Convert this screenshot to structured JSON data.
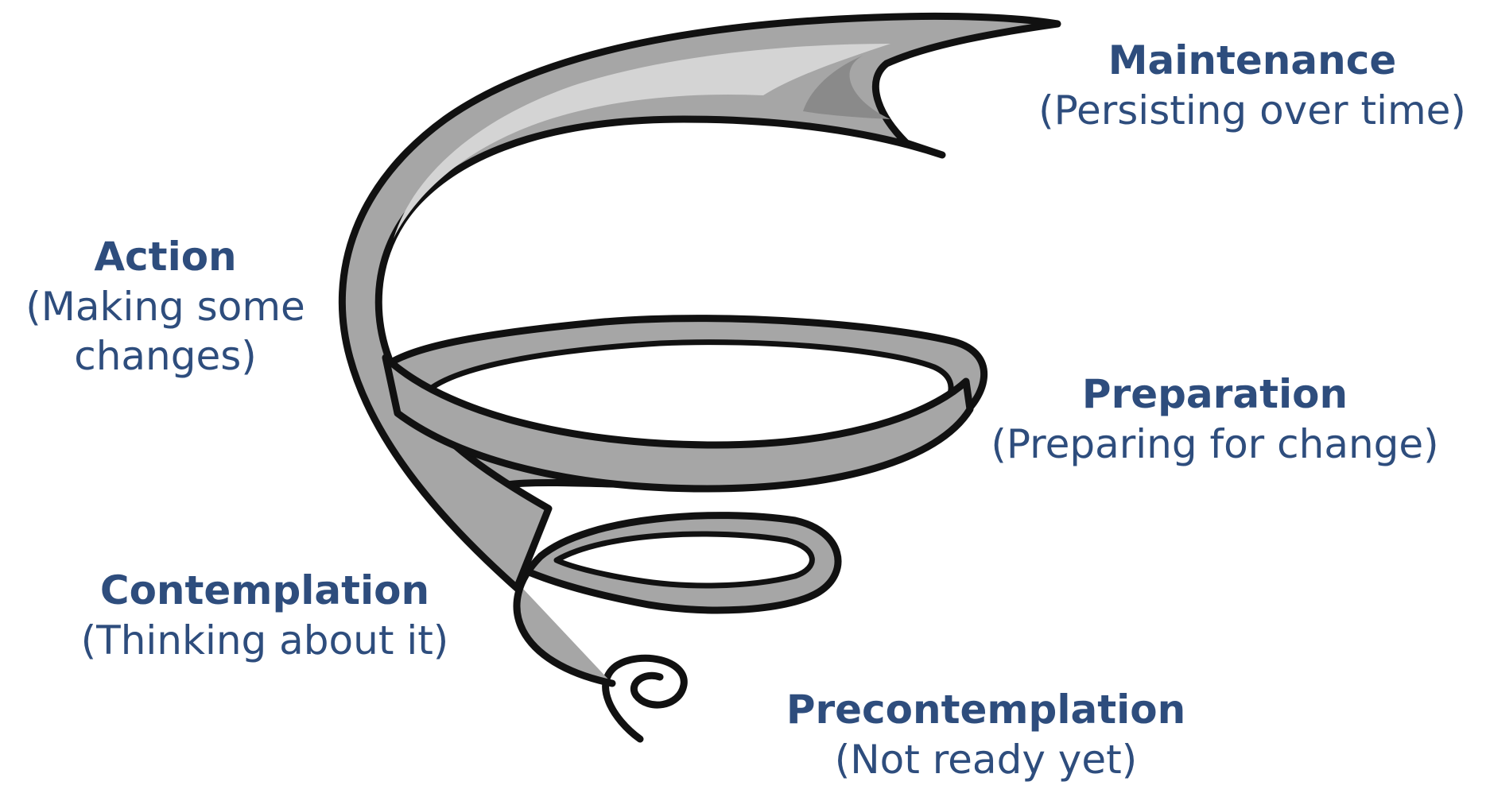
{
  "colors": {
    "label_text": "#2e4d7d",
    "ribbon_outline": "#111111",
    "ribbon_mid": "#a6a6a6",
    "ribbon_light": "#d4d4d4",
    "ribbon_dark": "#8a8a8a",
    "background": "#ffffff"
  },
  "stages": [
    {
      "name": "Maintenance",
      "description": "(Persisting over time)"
    },
    {
      "name": "Action",
      "description_lines": [
        "(Making some",
        "changes)"
      ]
    },
    {
      "name": "Preparation",
      "description": "(Preparing for change)"
    },
    {
      "name": "Contemplation",
      "description": "(Thinking about it)"
    },
    {
      "name": "Precontemplation",
      "description": "(Not ready yet)"
    }
  ]
}
